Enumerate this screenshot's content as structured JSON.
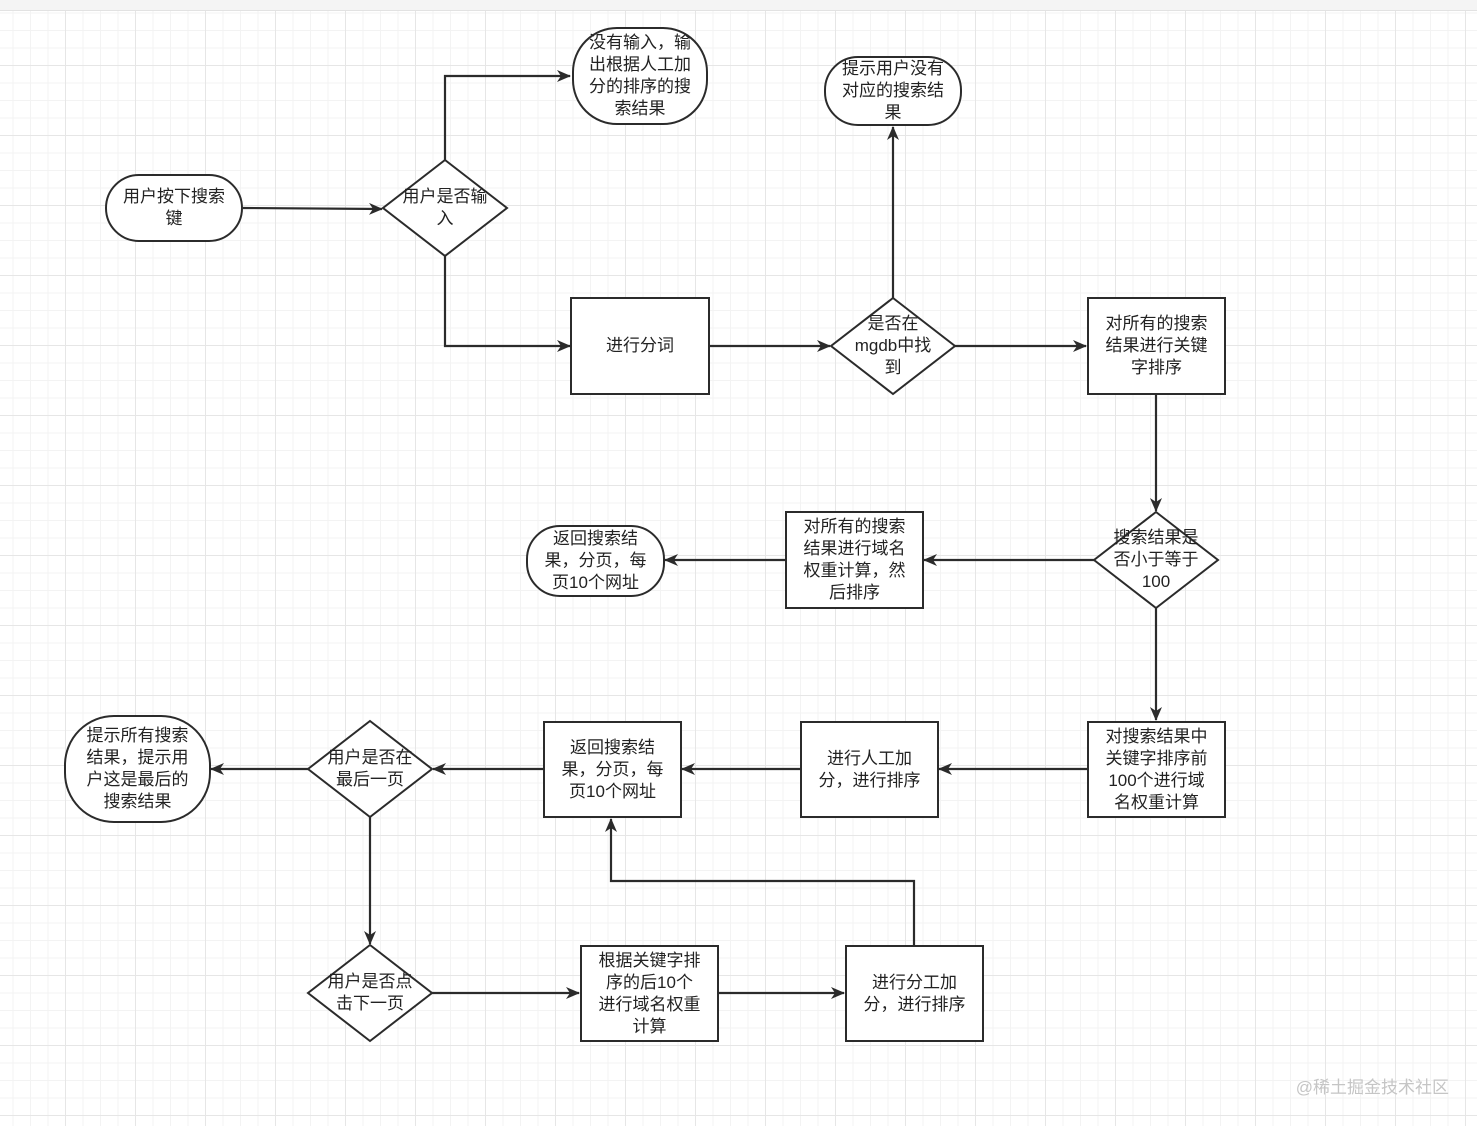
{
  "nodes": {
    "start": "用户按下搜索\n键",
    "is_input": "用户是否输\n入",
    "no_input_result": "没有输入，输\n出根据人工加\n分的排序的搜\n索结果",
    "segment": "进行分词",
    "found_in_mgdb": "是否在\nmgdb中找\n到",
    "not_found_hint": "提示用户没有\n对应的搜索结\n果",
    "keyword_sort": "对所有的搜索\n结果进行关键\n字排序",
    "le_100": "搜索结果是\n否小于等于\n100",
    "domain_weight_all": "对所有的搜索\n结果进行域名\n权重计算，然\n后排序",
    "return_result_1": "返回搜索结\n果，分页，每\n页10个网址",
    "domain_weight_top100": "对搜索结果中\n关键字排序前\n100个进行域\n名权重计算",
    "manual_score_1": "进行人工加\n分，进行排序",
    "return_result_2": "返回搜索结\n果，分页，每\n页10个网址",
    "is_last_page": "用户是否在\n最后一页",
    "last_page_hint": "提示所有搜索\n结果，提示用\n户这是最后的\n搜索结果",
    "click_next": "用户是否点\n击下一页",
    "next_10_weight": "根据关键字排\n序的后10个\n进行域名权重\n计算",
    "manual_score_2": "进行分工加\n分，进行排序"
  },
  "watermark": "@稀土掘金技术社区",
  "colors": {
    "stroke": "#2b2b2b",
    "grid": "#e6e6e6",
    "text": "#222222"
  }
}
